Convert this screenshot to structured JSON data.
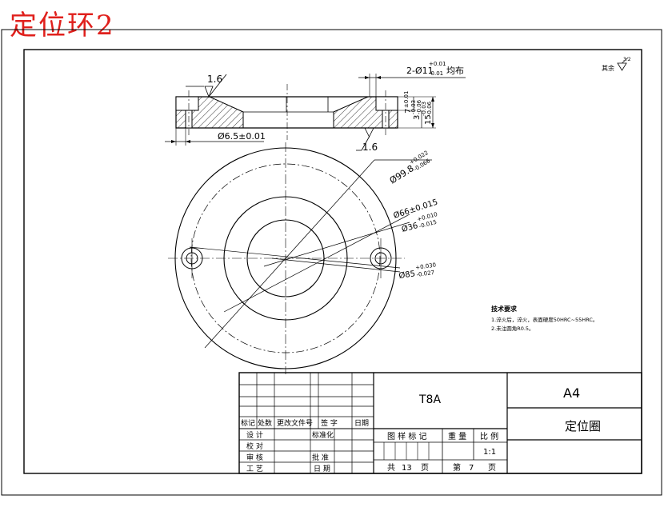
{
  "page_title": "定位环2",
  "roughness_note": {
    "label": "其余",
    "value": "3.2"
  },
  "section_view": {
    "roughness_left": "1.6",
    "roughness_right": "1.6",
    "dim_width": "Ø6.5±0.01",
    "dim_holes": "2-Ø11",
    "dim_holes_tol_upper": "+0.01",
    "dim_holes_tol_lower": "-0.01",
    "dim_holes_suffix": "均布",
    "dim_7": "7",
    "dim_7_tol": "±0.01",
    "dim_3": "3",
    "dim_3_tol_upper": "-0.03",
    "dim_3_tol_lower": "-0.06",
    "dim_15": "15",
    "dim_15_tol_upper": "-0.03",
    "dim_15_tol_lower": "-0.06"
  },
  "plan_view": {
    "dim_outer": "Ø99.8",
    "dim_outer_tol_upper": "+0.022",
    "dim_outer_tol_lower": "-0.066",
    "dim_66": "Ø66±0.015",
    "dim_36": "Ø36",
    "dim_36_tol_upper": "+0.010",
    "dim_36_tol_lower": "-0.015",
    "dim_85": "Ø85",
    "dim_85_tol_upper": "+0.030",
    "dim_85_tol_lower": "-0.027"
  },
  "tech_requirements": {
    "heading": "技术要求",
    "items": [
      "1.淬火后，淬火，表面硬度50HRC~55HRC。",
      "2.未注圆角R0.5。"
    ]
  },
  "title_block": {
    "material": "T8A",
    "sheet_size": "A4",
    "drawing_name": "定位圈",
    "revision_headers": [
      "标记",
      "处数",
      "更改文件号",
      "签 字",
      "日期"
    ],
    "role_labels": [
      "设 计",
      "校 对",
      "审 核",
      "工 艺"
    ],
    "std_label": "标准化",
    "approve_label": "批 准",
    "date_label": "日 期",
    "col_headers": [
      "图 样 标 记",
      "重 量",
      "比 例"
    ],
    "scale": "1:1",
    "total_label": "共",
    "total_value": "13",
    "page_label": "页",
    "sheet_label": "第",
    "sheet_value": "7",
    "sheet_page_label": "页"
  }
}
